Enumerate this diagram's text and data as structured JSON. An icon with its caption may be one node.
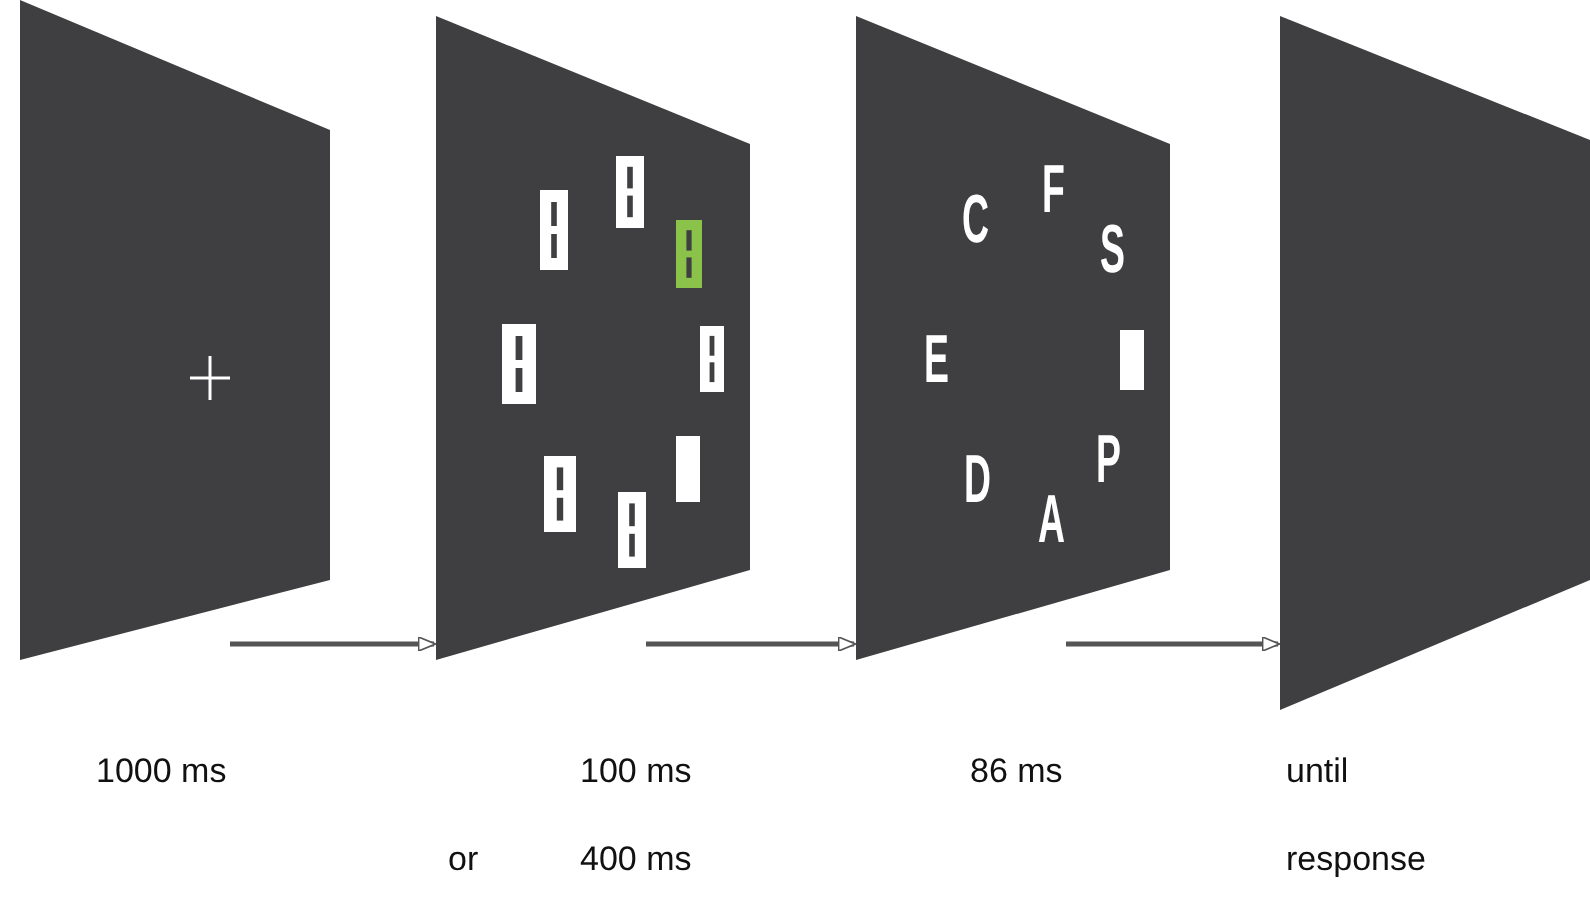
{
  "diagram": {
    "nodes": [
      {
        "text": [],
        "shape": "box",
        "beside": [
          "1000 ms"
        ]
      },
      {
        "text": [],
        "shape": "box",
        "beside": [
          "100 ms",
          "or",
          "400 ms"
        ]
      },
      {
        "text": [
          "C",
          "F",
          "S",
          "E",
          "D",
          "A",
          "P"
        ],
        "beside": [
          "86 ms"
        ]
      },
      {
        "text": [],
        "shape": "box",
        "beside": [
          "until response"
        ]
      }
    ],
    "edges": [
      {
        "from": 0,
        "to": 1,
        "arrow": "to"
      },
      {
        "from": 1,
        "to": 2,
        "arrow": "to"
      },
      {
        "from": 2,
        "to": 3,
        "arrow": "to"
      }
    ]
  }
}
